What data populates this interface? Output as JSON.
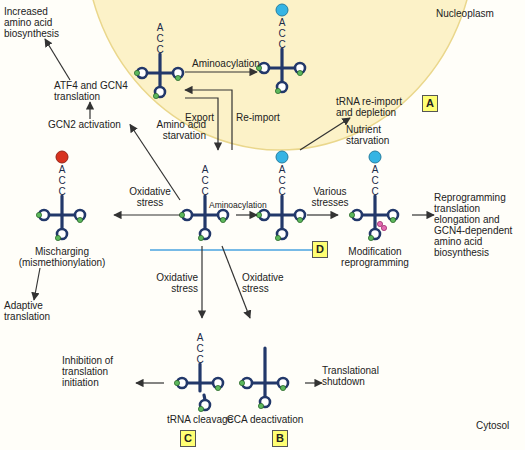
{
  "diagram": {
    "nodes": [
      {
        "text": [
          "A C C"
        ]
      },
      {
        "text": [
          "A C C"
        ]
      },
      {
        "text": [
          "Increased amino acid biosynthesis"
        ]
      },
      {
        "text": [
          "ATF4 and GCN4 translation"
        ]
      },
      {
        "text": [
          "GCN2 activation"
        ]
      },
      {
        "text": [
          "tRNA re-import and depletion"
        ]
      },
      {
        "text": [
          "A C C",
          "Mischarging (mismethionylation)"
        ]
      },
      {
        "text": [
          "A C C"
        ]
      },
      {
        "text": [
          "A C C"
        ]
      },
      {
        "text": [
          "A C C",
          "Modification reprogramming"
        ]
      },
      {
        "text": [
          "Reprogramming translation elongation and GCN4-dependent amino acid biosynthesis"
        ]
      },
      {
        "text": [
          "Adaptive translation"
        ]
      },
      {
        "text": [
          "Inhibition of translation initiation"
        ]
      },
      {
        "text": [
          "A C C",
          "tRNA cleavage"
        ]
      },
      {
        "text": [
          "CCA deactivation"
        ]
      },
      {
        "text": [
          "Translational shutdown"
        ]
      }
    ],
    "edges": [
      {
        "from": 0,
        "to": 1,
        "arrow": "to",
        "label": "Aminoacylation"
      },
      {
        "from": 0,
        "to": 7,
        "arrow": "to",
        "label": "Export"
      },
      {
        "from": 7,
        "to": 0,
        "arrow": "to",
        "label": "Re-import"
      },
      {
        "from": 7,
        "to": 4,
        "arrow": "to",
        "label": "Amino acid starvation"
      },
      {
        "from": 4,
        "to": 3,
        "arrow": "to"
      },
      {
        "from": 3,
        "to": 2,
        "arrow": "to"
      },
      {
        "from": 8,
        "to": 5,
        "arrow": "to",
        "label": "Nutrient starvation"
      },
      {
        "from": 7,
        "to": 6,
        "arrow": "to",
        "label": "Oxidative stress"
      },
      {
        "from": 7,
        "to": 8,
        "arrow": "to",
        "label": "Aminoacylation"
      },
      {
        "from": 8,
        "to": 9,
        "arrow": "to",
        "label": "Various stresses"
      },
      {
        "from": 9,
        "to": 10,
        "arrow": "to"
      },
      {
        "from": 6,
        "to": 11,
        "arrow": "to"
      },
      {
        "from": 7,
        "to": 13,
        "arrow": "to",
        "label": "Oxidative stress"
      },
      {
        "from": 7,
        "to": 14,
        "arrow": "to",
        "label": "Oxidative stress"
      },
      {
        "from": 13,
        "to": 12,
        "arrow": "to"
      },
      {
        "from": 14,
        "to": 15,
        "arrow": "to"
      }
    ],
    "labels": [
      "Nucleoplasm",
      "A",
      "D",
      "C",
      "B",
      "Cytosol"
    ]
  }
}
